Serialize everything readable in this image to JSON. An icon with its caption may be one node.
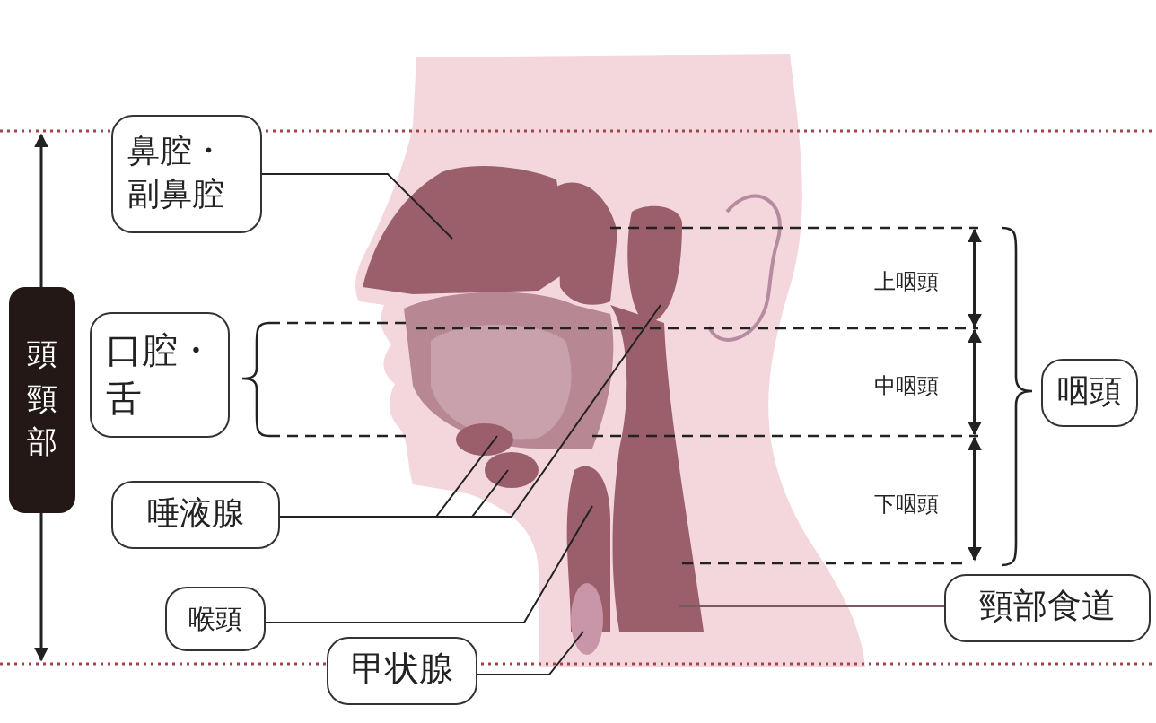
{
  "diagram": {
    "nodes": [
      {
        "text": [
          "鼻腔・副鼻腔"
        ]
      },
      {
        "text": [
          "口腔・舌"
        ]
      },
      {
        "text": [
          "唾液腺"
        ]
      },
      {
        "text": [
          "喉頭"
        ]
      },
      {
        "text": [
          "甲状腺"
        ]
      },
      {
        "text": [
          "頸部食道"
        ]
      },
      {
        "text": [
          "咽頭"
        ]
      },
      {
        "text": [
          "頭頸部"
        ]
      }
    ],
    "edges": [
      {
        "from": 0,
        "to": null,
        "arrow": "none"
      },
      {
        "from": 2,
        "to": null,
        "arrow": "none"
      },
      {
        "from": 2,
        "to": null,
        "arrow": "none"
      },
      {
        "from": 2,
        "to": null,
        "arrow": "none"
      },
      {
        "from": 3,
        "to": null,
        "arrow": "none"
      },
      {
        "from": 4,
        "to": null,
        "arrow": "none"
      },
      {
        "from": 5,
        "to": null,
        "arrow": "none"
      }
    ],
    "labels": [
      "上咽頭",
      "中咽頭",
      "下咽頭"
    ]
  }
}
